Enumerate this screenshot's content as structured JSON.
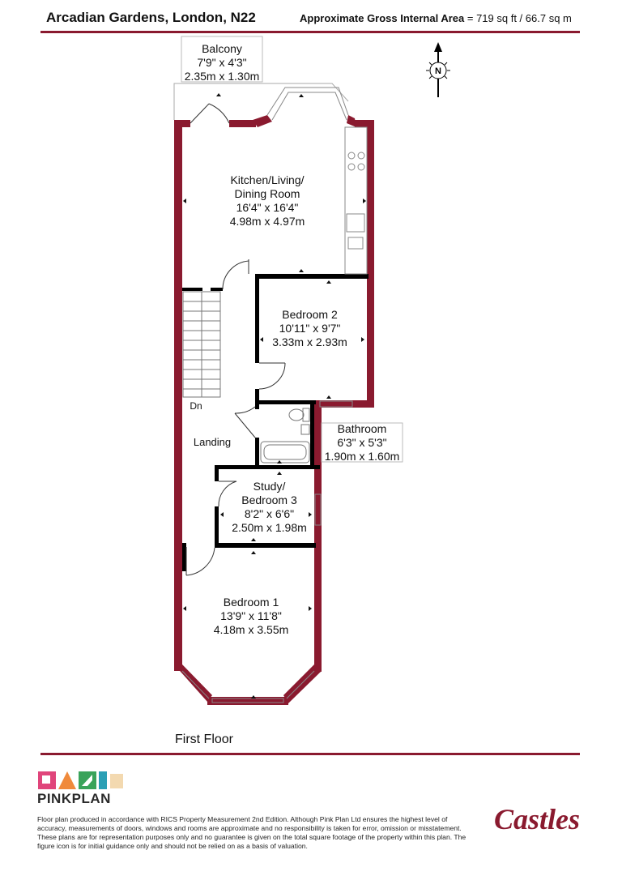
{
  "header": {
    "title": "Arcadian Gardens, London, N22",
    "area_label": "Approximate Gross Internal Area",
    "area_value": "= 719 sq ft / 66.7 sq m"
  },
  "rooms": {
    "balcony": {
      "name": "Balcony",
      "imperial": "7'9\" x 4'3\"",
      "metric": "2.35m x 1.30m"
    },
    "kitchen": {
      "name_1": "Kitchen/Living/",
      "name_2": "Dining Room",
      "imperial": "16'4\" x 16'4\"",
      "metric": "4.98m x 4.97m"
    },
    "bedroom2": {
      "name": "Bedroom 2",
      "imperial": "10'11\" x 9'7\"",
      "metric": "3.33m x 2.93m"
    },
    "bathroom": {
      "name": "Bathroom",
      "imperial": "6'3\" x 5'3\"",
      "metric": "1.90m x 1.60m"
    },
    "study": {
      "name_1": "Study/",
      "name_2": "Bedroom 3",
      "imperial": "8'2\" x 6'6\"",
      "metric": "2.50m x 1.98m"
    },
    "bedroom1": {
      "name": "Bedroom 1",
      "imperial": "13'9\" x 11'8\"",
      "metric": "4.18m x 3.55m"
    },
    "landing": {
      "name": "Landing"
    },
    "stairs": {
      "label": "Dn"
    }
  },
  "compass": {
    "label": "N"
  },
  "floor_label": "First Floor",
  "footer": {
    "brand": "PINKPLAN",
    "disclaimer": "Floor plan produced in accordance with RICS Property Measurement 2nd Edition. Although Pink Plan Ltd ensures the highest level of accuracy, measurements of doors, windows and rooms are approximate and no responsibility is taken for error, omission or misstatement. These plans are for representation purposes only and no guarantee is given on the total square footage of the property within this plan. The figure icon is for initial guidance only and should not be relied on as a basis of valuation.",
    "agent_logo": "Castles"
  },
  "colors": {
    "wall": "#8a1a2f",
    "inner_wall": "#000000",
    "rule": "#8a1a2f",
    "pink": "#e0457b",
    "orange": "#f08a3c",
    "green": "#3aa35a",
    "teal": "#2a9fb5"
  }
}
